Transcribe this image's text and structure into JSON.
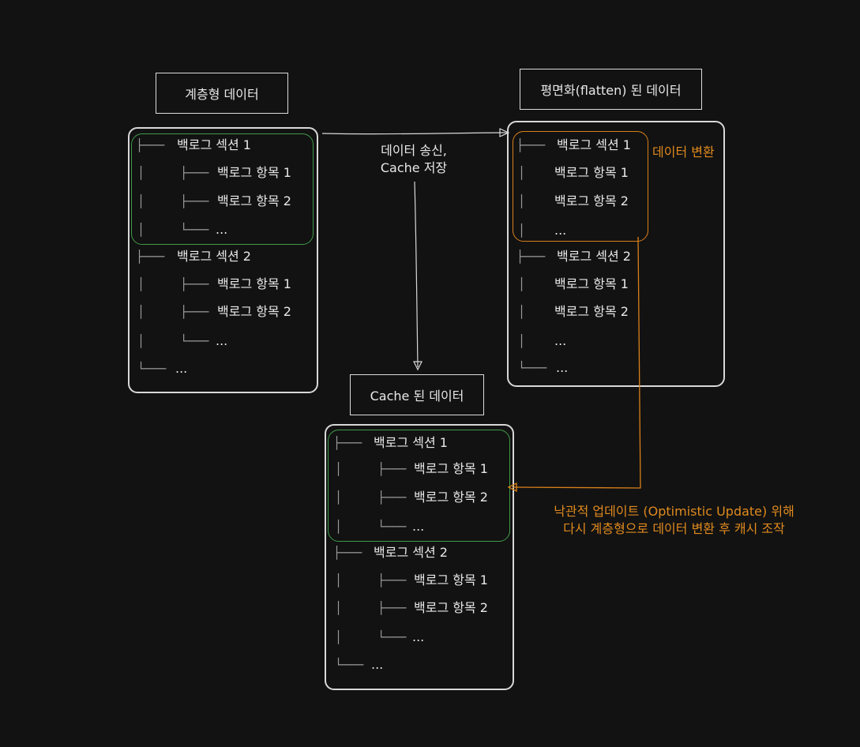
{
  "titles": {
    "hierarchical": "계층형 데이터",
    "flattened": "평면화(flatten) 된 데이터",
    "cached": "Cache 된 데이터"
  },
  "labels": {
    "send_line1": "데이터 송신,",
    "send_line2": "Cache 저장",
    "transform": "데이터 변환",
    "optimistic_line1": "낙관적 업데이트 (Optimistic Update) 위해",
    "optimistic_line2": "다시 계층형으로 데이터 변환 후 캐시 조작"
  },
  "tree": {
    "section1": "백로그 섹션 1",
    "section2": "백로그 섹션 2",
    "item1": "백로그 항목 1",
    "item2": "백로그 항목 2",
    "ellipsis": "..."
  },
  "colors": {
    "background": "#121212",
    "green_highlight": "#3f9a48",
    "orange_highlight": "#d9801a"
  }
}
